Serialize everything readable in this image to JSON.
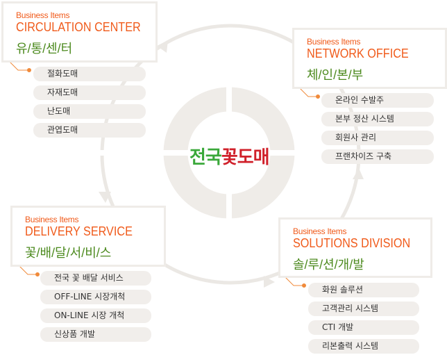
{
  "logo": {
    "green": "전국",
    "red": "꽃도매",
    "colors": {
      "green": "#3aa83a",
      "red": "#d0202a"
    }
  },
  "colors": {
    "accent": "#f05a1a",
    "korean": "#4c8a1e",
    "ring": "#efece8"
  },
  "sections": [
    {
      "kicker": "Business Items",
      "title": "CIRCULATION CENTER",
      "korean": "유/통/센/터",
      "items": [
        "절화도매",
        "자재도매",
        "난도매",
        "관엽도매"
      ]
    },
    {
      "kicker": "Business Items",
      "title": "NETWORK OFFICE",
      "korean": "체/인/본/부",
      "items": [
        "온라인 수발주",
        "본부 정산 시스템",
        "회원사 관리",
        "프랜차이즈 구축"
      ]
    },
    {
      "kicker": "Business Items",
      "title": "DELIVERY SERVICE",
      "korean": "꽃/배/달/서/비/스",
      "items": [
        "전국 꽃 배달 서비스",
        "OFF-LINE 시장개척",
        "ON-LINE 시장 개척",
        "신상품 개발"
      ]
    },
    {
      "kicker": "Business Items",
      "title": "SOLUTIONS DIVISION",
      "korean": "솔/루/션/개/발",
      "items": [
        "화원 솔루션",
        "고객관리 시스템",
        "CTI 개발",
        "리본출력 시스템"
      ]
    }
  ]
}
